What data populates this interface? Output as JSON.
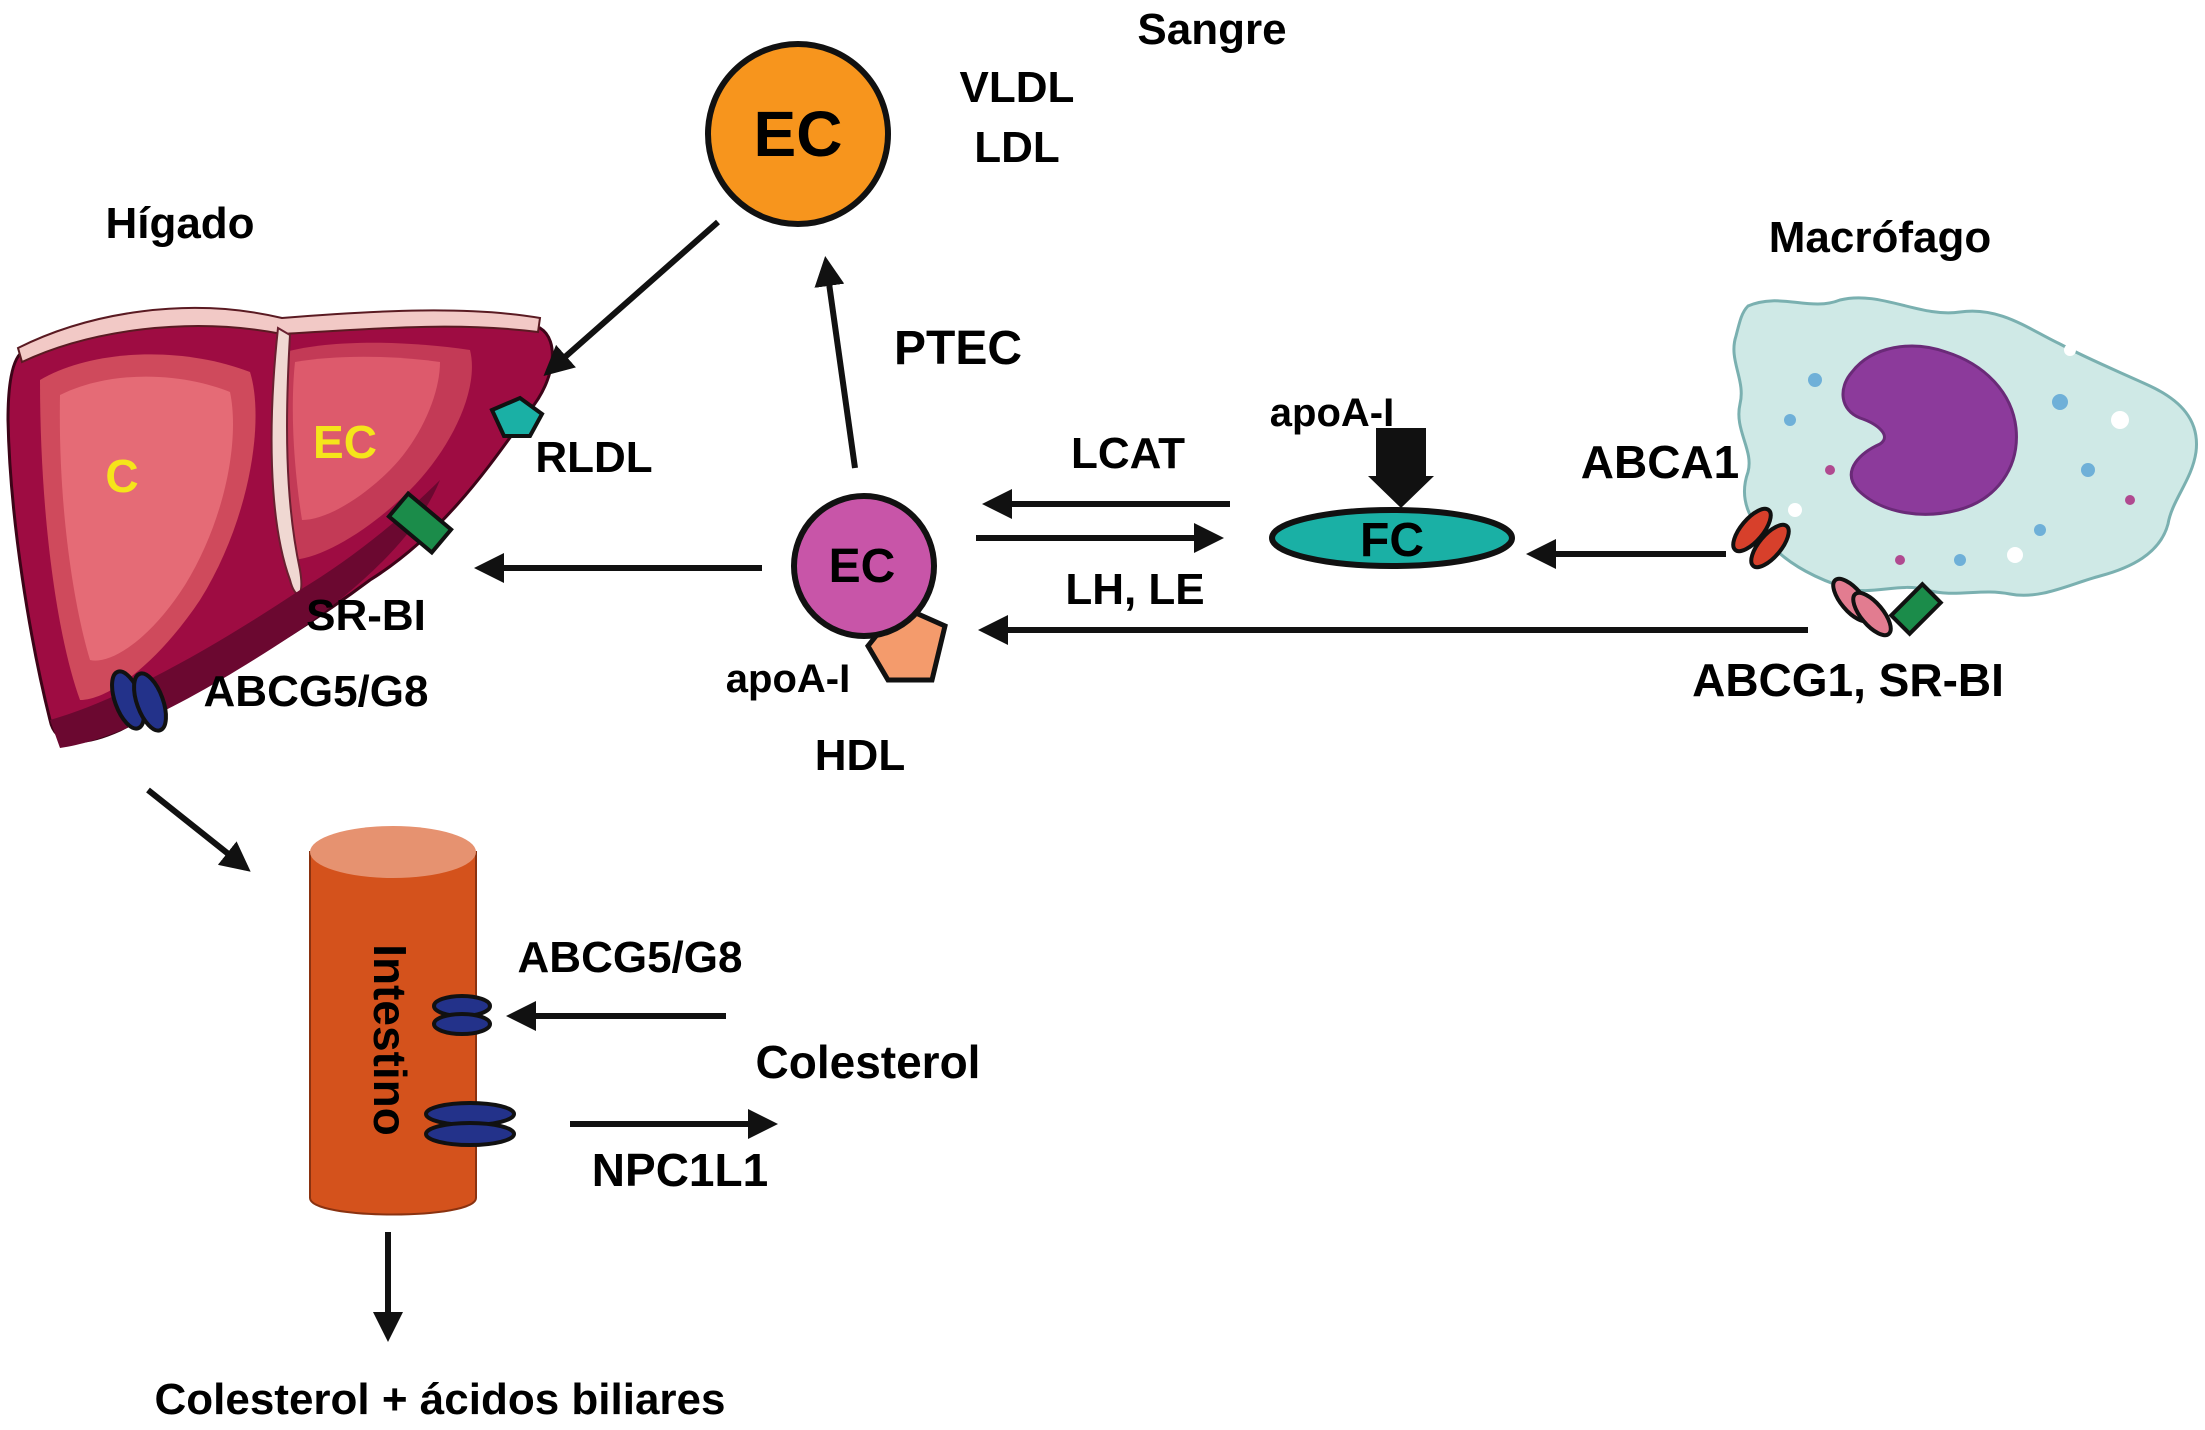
{
  "labels": {
    "sangre": "Sangre",
    "blood_ec": "EC",
    "vldl": "VLDL",
    "ldl": "LDL",
    "higado": "Hígado",
    "liver_c": "C",
    "liver_ec": "EC",
    "rldl": "RLDL",
    "srbi_liver": "SR-BI",
    "abcg5g8_liver": "ABCG5/G8",
    "ptec": "PTEC",
    "lcat": "LCAT",
    "lh_le": "LH, LE",
    "hdl_ec": "EC",
    "apoa1_hdl": "apoA-I",
    "hdl": "HDL",
    "apoa1_fc": "apoA-I",
    "fc": "FC",
    "abca1": "ABCA1",
    "macrofago": "Macrófago",
    "abcg1_srbi": "ABCG1, SR-BI",
    "intestino": "Intestino",
    "abcg5g8_int": "ABCG5/G8",
    "colesterol": "Colesterol",
    "npc1l1": "NPC1L1",
    "bottom": "Colesterol + ácidos biliares"
  },
  "colors": {
    "blood_ec": "#f7951d",
    "liver": "#9e0c42",
    "liver_light": "#e56b76",
    "hdl": "#c855a8",
    "hdl_apoa1": "#f49b6c",
    "fc": "#1ab0a5",
    "intestine": "#d4521c",
    "intestine_top": "#e69270",
    "macrophage": "#cfe9e6",
    "nucleus": "#8c3a9b",
    "transporter_blue": "#23328a",
    "receptor_green": "#1b8c4a",
    "abca1_red": "#d7402b",
    "abcg1_pink": "#e27c90",
    "label_yellow": "#f5e51a"
  }
}
